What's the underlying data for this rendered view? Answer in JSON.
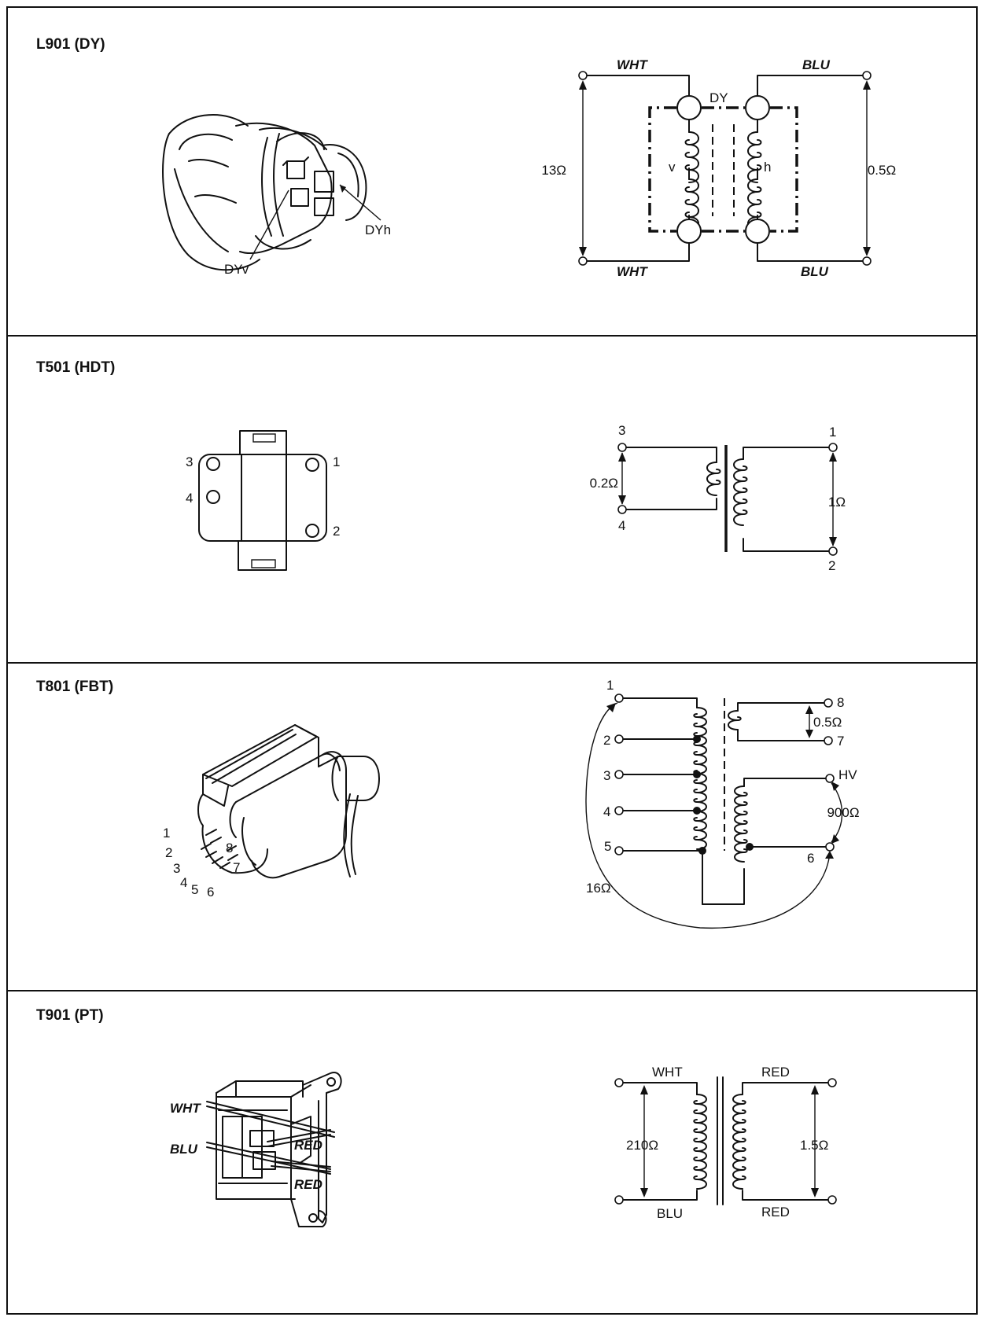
{
  "sections": [
    {
      "title": "L901 (DY)",
      "component_labels": [
        "DYh",
        "DYv"
      ],
      "schematic": {
        "name": "DY",
        "winding_v": "v",
        "winding_h": "h",
        "wire_top_left": "WHT",
        "wire_bottom_left": "WHT",
        "wire_top_right": "BLU",
        "wire_bottom_right": "BLU",
        "resistance_left": "13Ω",
        "resistance_right": "0.5Ω"
      }
    },
    {
      "title": "T501 (HDT)",
      "pins": [
        "3",
        "4",
        "1",
        "2"
      ],
      "schematic": {
        "pin_3": "3",
        "pin_4": "4",
        "pin_1": "1",
        "pin_2": "2",
        "resistance_primary": "0.2Ω",
        "resistance_secondary": "1Ω"
      }
    },
    {
      "title": "T801 (FBT)",
      "pins": [
        "1",
        "2",
        "3",
        "4",
        "5",
        "6",
        "7",
        "8"
      ],
      "schematic": {
        "pin_1": "1",
        "pin_2": "2",
        "pin_3": "3",
        "pin_4": "4",
        "pin_5": "5",
        "pin_6": "6",
        "pin_7": "7",
        "pin_8": "8",
        "pin_hv": "HV",
        "resistance_8_7": "0.5Ω",
        "resistance_hv_6": "900Ω",
        "resistance_1_5": "16Ω"
      }
    },
    {
      "title": "T901 (PT)",
      "component_labels": [
        "WHT",
        "BLU",
        "RED",
        "RED"
      ],
      "schematic": {
        "wire_top_left": "WHT",
        "wire_bottom_left": "BLU",
        "wire_top_right": "RED",
        "wire_bottom_right": "RED",
        "resistance_primary": "210Ω",
        "resistance_secondary": "1.5Ω"
      }
    }
  ]
}
